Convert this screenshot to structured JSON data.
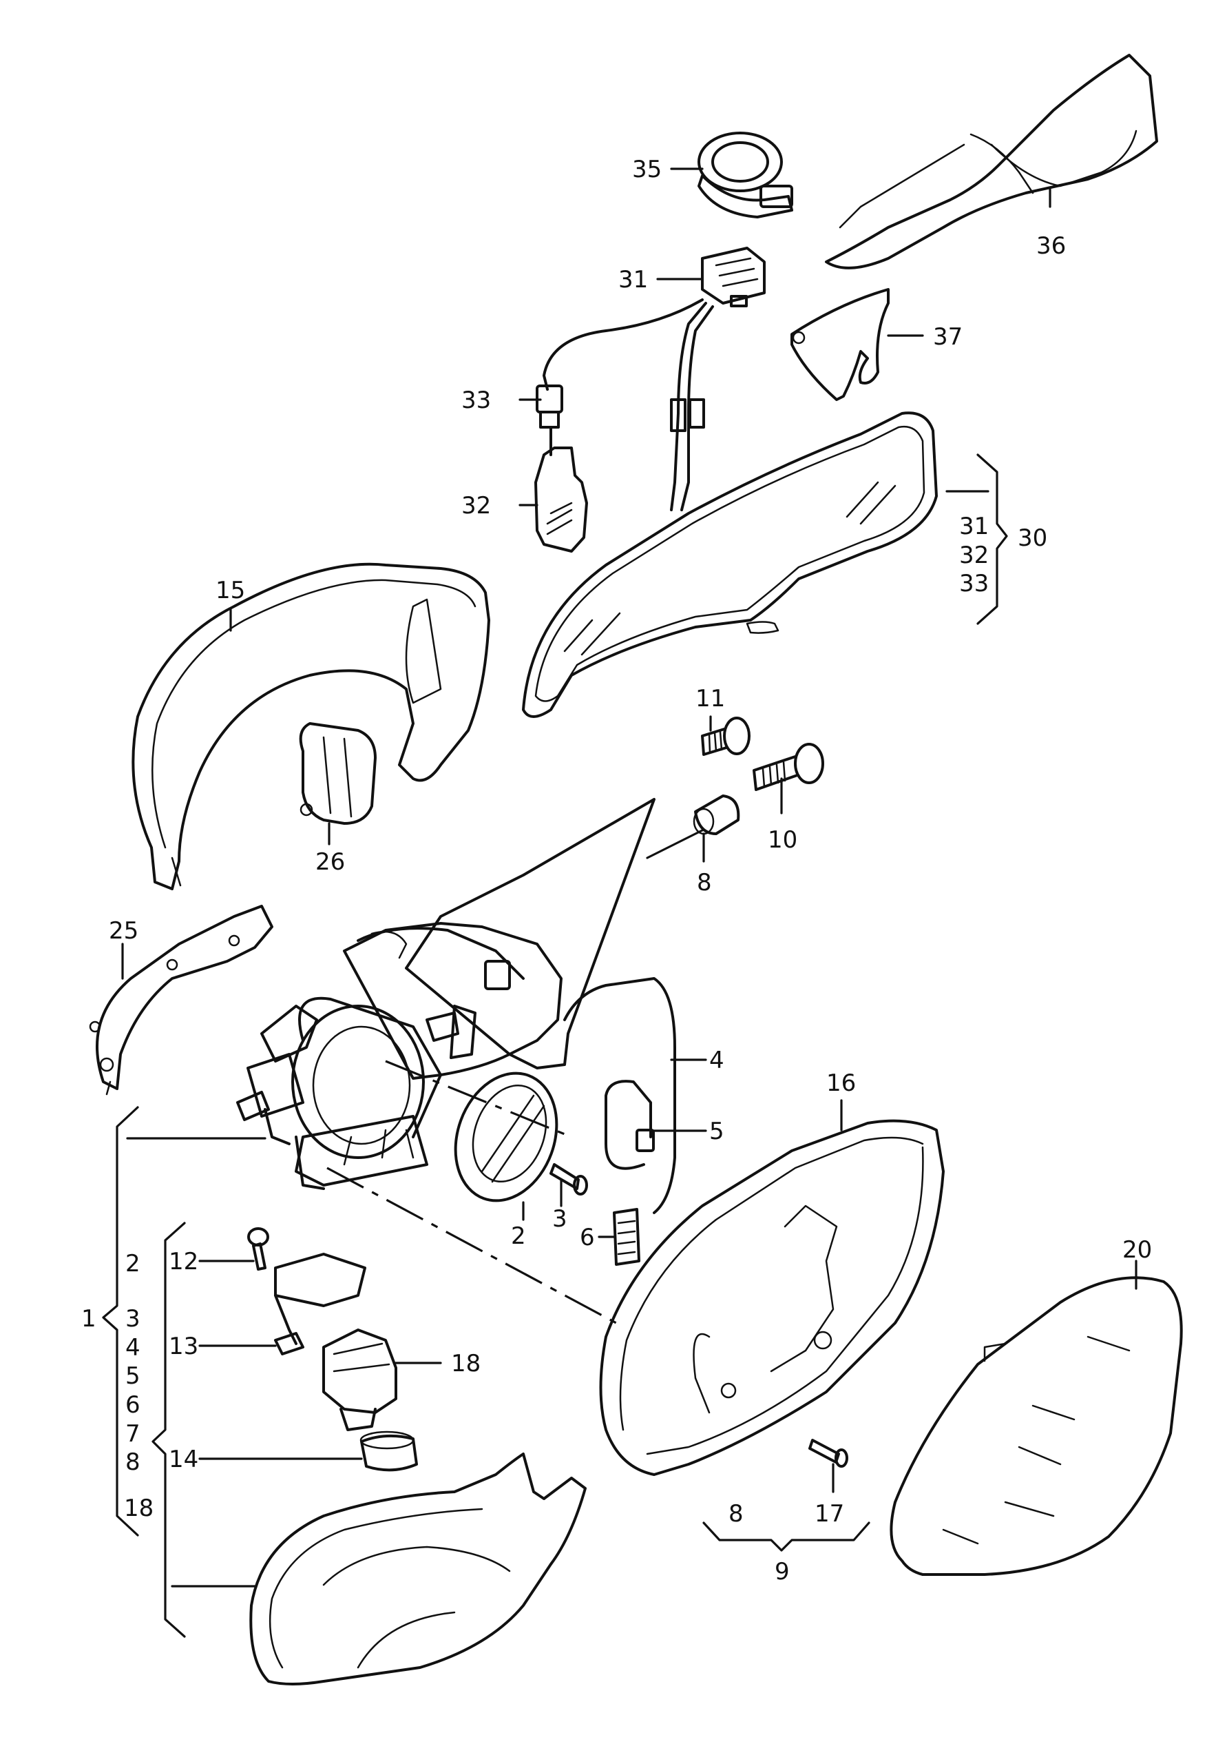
{
  "callouts": {
    "c35": "35",
    "c36": "36",
    "c31": "31",
    "c37": "37",
    "c33": "33",
    "c32": "32",
    "c30_31": "31",
    "c30_32": "32",
    "c30_33": "33",
    "c30": "30",
    "c15": "15",
    "c11": "11",
    "c10": "10",
    "c26": "26",
    "c8": "8",
    "c25": "25",
    "c4": "4",
    "c16": "16",
    "c5": "5",
    "c2": "2",
    "c3": "3",
    "c6": "6",
    "c20": "20",
    "c12": "12",
    "c13": "13",
    "c18": "18",
    "c14": "14",
    "c1_2": "2",
    "c1": "1",
    "c1_3": "3",
    "c1_4": "4",
    "c1_5": "5",
    "c1_6": "6",
    "c1_7": "7",
    "c1_8": "8",
    "c1_18": "18",
    "c17": "17",
    "c9_8": "8",
    "c9_17": "17",
    "c9": "9"
  },
  "colors": {
    "line": "#111111",
    "background": "#ffffff"
  }
}
